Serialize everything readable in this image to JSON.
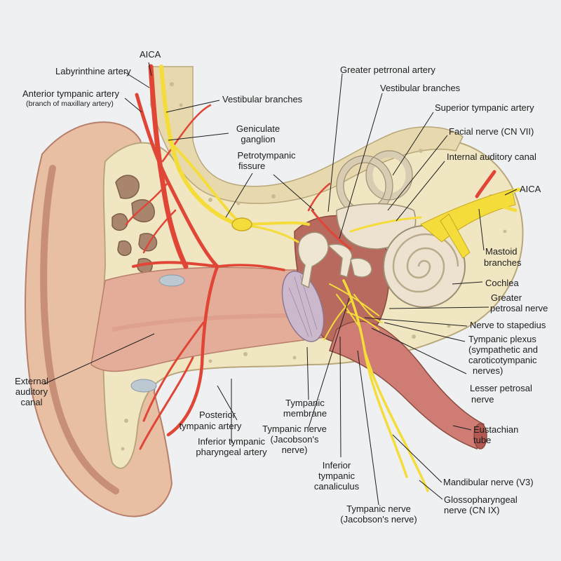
{
  "colors": {
    "background": "#eef0f2",
    "skin": "#e9bfa4",
    "skin_dark": "#d99a85",
    "bone": "#f1e6c2",
    "bone_pores": "#c9bc93",
    "artery": "#e04536",
    "nerve": "#f4dc3b",
    "cochlea": "#ece2cf",
    "tympanic_membrane": "#cbb8cc",
    "eustachian_tube": "#cf7d74",
    "leader_line": "#1d1d1d"
  },
  "labels": {
    "aica_top": "AICA",
    "labyrinthine_artery": "Labyrinthine artery",
    "anterior_tympanic_artery": "Anterior tympanic artery",
    "anterior_tympanic_artery_sub": "(branch of maxillary artery)",
    "vestibular_branches_left": "Vestibular branches",
    "geniculate_ganglion_1": "Geniculate",
    "geniculate_ganglion_2": "ganglion",
    "petrotympanic_fissure_1": "Petrotympanic",
    "petrotympanic_fissure_2": "fissure",
    "greater_petronal_artery": "Greater petrronal artery",
    "vestibular_branches_right": "Vestibular branches",
    "superior_tympanic_artery": "Superior tympanic artery",
    "facial_nerve": "Facial nerve (CN VII)",
    "internal_auditory_canal": "Internal auditory canal",
    "aica_right": "AICA",
    "mastoid_branches_1": "Mastoid",
    "mastoid_branches_2": "branches",
    "cochlea": "Cochlea",
    "greater_petrosal_nerve_1": "Greater",
    "greater_petrosal_nerve_2": "petrosal nerve",
    "nerve_to_stapedius": "Nerve to stapedius",
    "tympanic_plexus_1": "Tympanic plexus",
    "tympanic_plexus_2": "(sympathetic and",
    "tympanic_plexus_3": "caroticotympanic",
    "tympanic_plexus_4": "nerves)",
    "lesser_petrosal_nerve_1": "Lesser petrosal",
    "lesser_petrosal_nerve_2": "nerve",
    "eustachian_tube_1": "Eustachian",
    "eustachian_tube_2": "tube",
    "mandibular_nerve": "Mandibular nerve (V3)",
    "glossopharyngeal_nerve_1": "Glossopharyngeal",
    "glossopharyngeal_nerve_2": "nerve (CN IX)",
    "tympanic_nerve_bottom_1": "Tympanic nerve",
    "tympanic_nerve_bottom_2": "(Jacobson's nerve)",
    "inferior_tympanic_canaliculus_1": "Inferior",
    "inferior_tympanic_canaliculus_2": "tympanic",
    "inferior_tympanic_canaliculus_3": "canaliculus",
    "tympanic_nerve_mid_1": "Tympanic nerve",
    "tympanic_nerve_mid_2": "(Jacobson's",
    "tympanic_nerve_mid_3": "nerve)",
    "tympanic_membrane_1": "Tympanic",
    "tympanic_membrane_2": "membrane",
    "posterior_tympanic_artery_1": "Posterior",
    "posterior_tympanic_artery_2": "tympanic artery",
    "inferior_tympanic_pharyngeal_artery_1": "Inferior tympanic",
    "inferior_tympanic_pharyngeal_artery_2": "pharyngeal artery",
    "external_auditory_canal_1": "External",
    "external_auditory_canal_2": "auditory",
    "external_auditory_canal_3": "canal"
  }
}
